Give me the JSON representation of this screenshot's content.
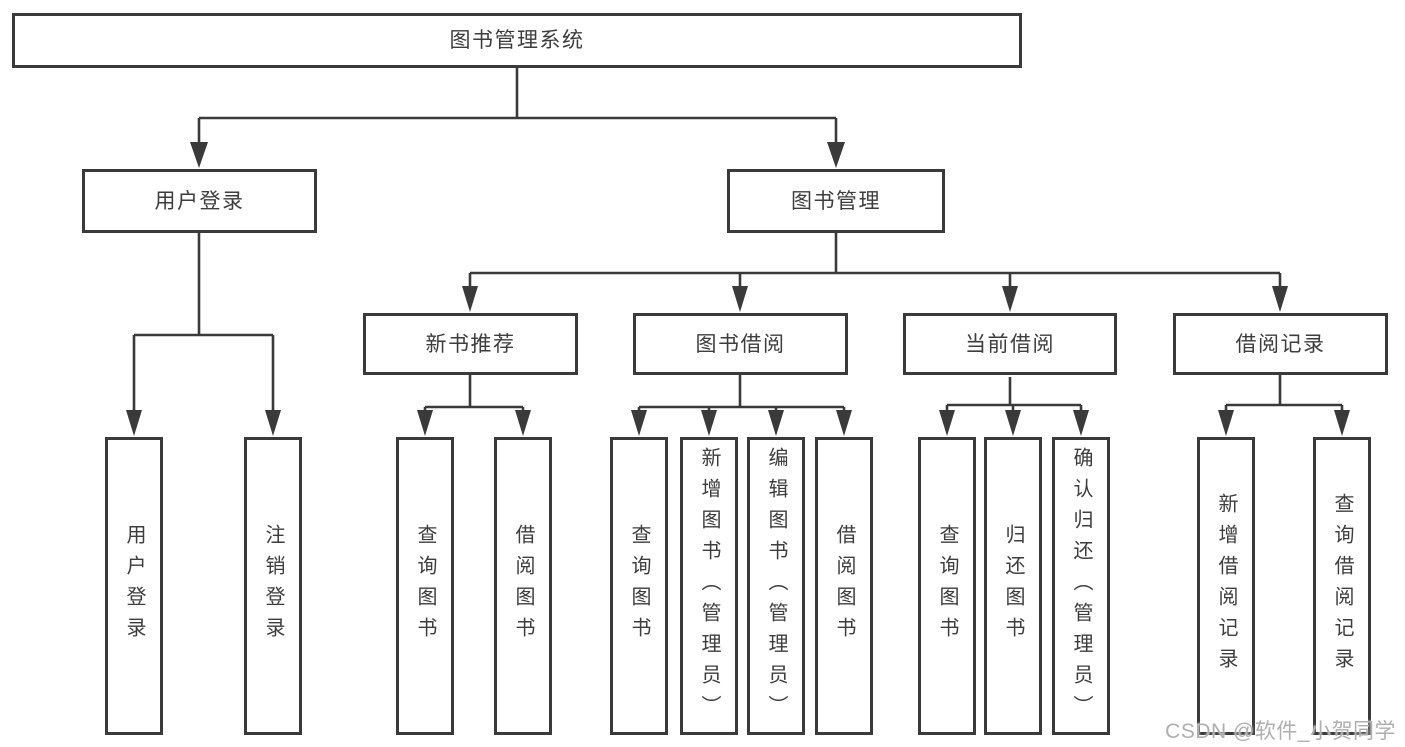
{
  "diagram_type": "hierarchy-tree",
  "colors": {
    "line": "#3a3a3a",
    "box_border": "#3a3a3a",
    "box_bg": "#ffffff",
    "text": "#3d3d3d",
    "watermark": "#afafaf"
  },
  "watermark": {
    "text": "CSDN @软件_小贺同学"
  },
  "tree": {
    "label": "图书管理系统",
    "children": [
      {
        "label": "用户登录",
        "children": [
          {
            "label": "用户登录"
          },
          {
            "label": "注销登录"
          }
        ]
      },
      {
        "label": "图书管理",
        "children": [
          {
            "label": "新书推荐",
            "children": [
              {
                "label": "查询图书"
              },
              {
                "label": "借阅图书"
              }
            ]
          },
          {
            "label": "图书借阅",
            "children": [
              {
                "label": "查询图书"
              },
              {
                "label": "新增图书（管理员）"
              },
              {
                "label": "编辑图书（管理员）"
              },
              {
                "label": "借阅图书"
              }
            ]
          },
          {
            "label": "当前借阅",
            "children": [
              {
                "label": "查询图书"
              },
              {
                "label": "归还图书"
              },
              {
                "label": "确认归还（管理员）"
              }
            ]
          },
          {
            "label": "借阅记录",
            "children": [
              {
                "label": "新增借阅记录"
              },
              {
                "label": "查询借阅记录"
              }
            ]
          }
        ]
      }
    ]
  }
}
